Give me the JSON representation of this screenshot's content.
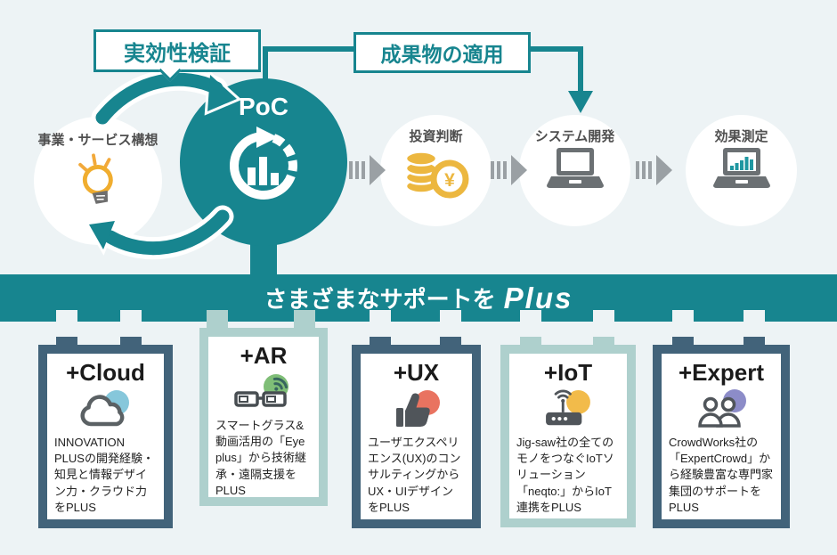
{
  "colors": {
    "teal": "#17858f",
    "background": "#edf3f5",
    "card_dark_border": "#42637a",
    "card_light_border": "#aed0cd",
    "arrow_gray": "#9aa0a4",
    "accent_yellow": "#f0b43c",
    "accent_blue": "#86c7db",
    "accent_green": "#7fbe77",
    "accent_red": "#e97360",
    "accent_purple": "#8c8cc8"
  },
  "callouts": {
    "verification": {
      "label": "実効性検証"
    },
    "application": {
      "label": "成果物の適用"
    }
  },
  "flow": {
    "steps": [
      {
        "label": "事業・サービス構想",
        "icon": "lightbulb-icon"
      },
      {
        "label": "PoC",
        "icon": "poc-cycle-chart-icon"
      },
      {
        "label": "投資判断",
        "icon": "yen-coins-icon",
        "coin_symbol": "¥"
      },
      {
        "label": "システム開発",
        "icon": "laptop-icon"
      },
      {
        "label": "効果測定",
        "icon": "laptop-chart-icon"
      }
    ]
  },
  "banner": {
    "text": "さまざまなサポートを",
    "logo": "Plus"
  },
  "cards": [
    {
      "title": "+Cloud",
      "style": "dark",
      "icon": "cloud-icon",
      "description": "INNOVATION PLUSの開発経験・知見と情報デザイン力・クラウド力をPLUS"
    },
    {
      "title": "+AR",
      "style": "light",
      "icon": "smart-glasses-icon",
      "description": "スマートグラス&動画活用の「Eye plus」から技術継承・遠隔支援をPLUS"
    },
    {
      "title": "+UX",
      "style": "dark",
      "icon": "thumbs-up-icon",
      "description": "ユーザエクスペリエンス(UX)のコンサルティングからUX・UIデザインをPLUS"
    },
    {
      "title": "+IoT",
      "style": "light",
      "icon": "iot-router-icon",
      "description": "Jig-saw社の全てのモノをつなぐIoTソリューション「neqto:」からIoT連携をPLUS"
    },
    {
      "title": "+Expert",
      "style": "dark",
      "icon": "experts-icon",
      "description": "CrowdWorks社の「ExpertCrowd」から経験豊富な専門家集団のサポートをPLUS"
    }
  ]
}
